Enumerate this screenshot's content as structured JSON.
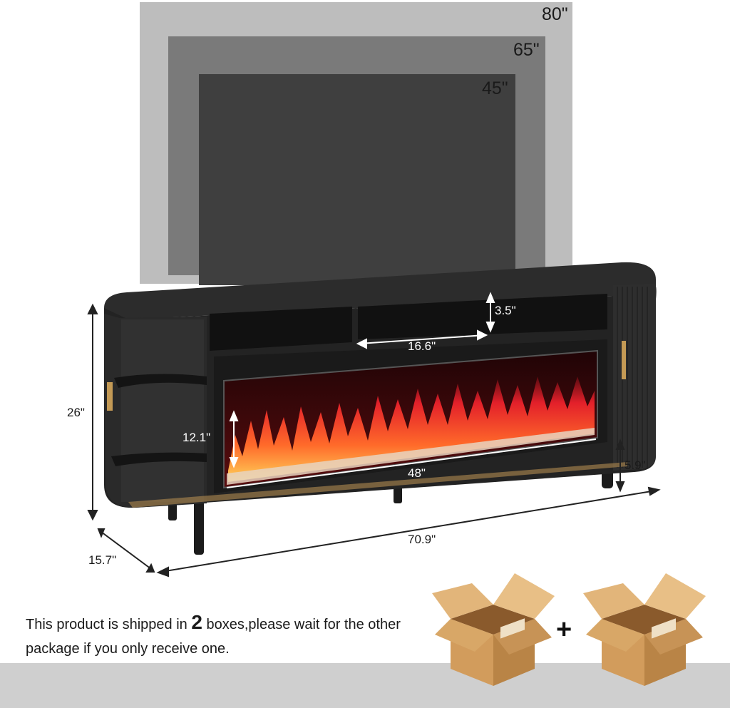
{
  "tv_sizes": [
    {
      "label": "80\""
    },
    {
      "label": "65\""
    },
    {
      "label": "45\""
    }
  ],
  "dimensions": {
    "shelf_height": "3.5\"",
    "shelf_width": "16.6\"",
    "firebox_height": "12.1\"",
    "firebox_width": "48\"",
    "leg_height": "5.9\"",
    "overall_height": "26\"",
    "overall_width": "70.9\"",
    "overall_depth": "15.7\""
  },
  "shipping": {
    "before": "This product is shipped in ",
    "count": "2",
    "after": " boxes,please wait for the other package if you only receive one.",
    "plus": "+"
  },
  "colors": {
    "tv80": "#bdbdbd",
    "tv65": "#7a7a7a",
    "tv45": "#3f3f3f",
    "cabinet": "#2a2a2a",
    "flame": "#e8372a",
    "box": "#d9a66a"
  },
  "icons": [
    "box-icon",
    "box-icon",
    "plus-icon"
  ]
}
